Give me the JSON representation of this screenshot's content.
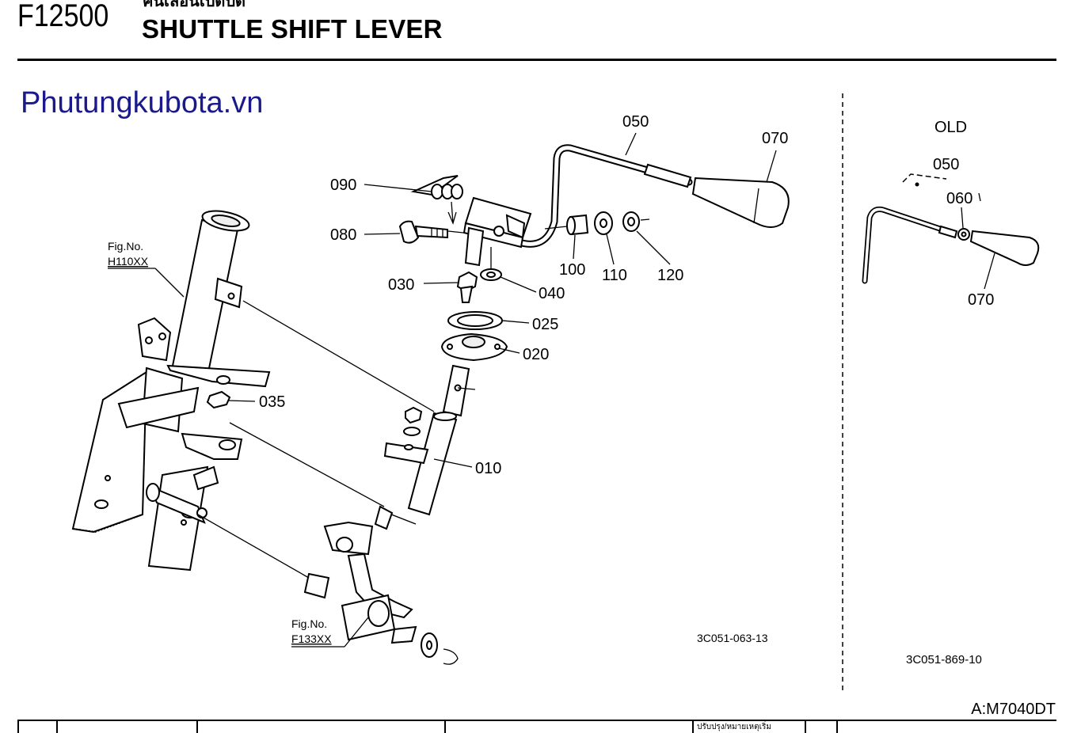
{
  "header": {
    "code": "F12500",
    "title_thai": "คันเลื่อนเปิดปิด",
    "title": "SHUTTLE SHIFT LEVER"
  },
  "watermark": "Phutungkubota.vn",
  "main_diagram": {
    "part_labels": [
      "050",
      "070",
      "090",
      "080",
      "100",
      "110",
      "120",
      "030",
      "040",
      "025",
      "020",
      "035",
      "010"
    ],
    "ref_top": {
      "prefix": "Fig.No.",
      "code": "H110XX"
    },
    "ref_bottom": {
      "prefix": "Fig.No.",
      "code": "F133XX"
    },
    "diagram_id": "3C051-063-13"
  },
  "old_diagram": {
    "heading": "OLD",
    "part_labels": [
      "050",
      "060",
      "070"
    ],
    "diagram_id": "3C051-869-10"
  },
  "footer": {
    "model": "A:M7040DT",
    "cell_note": "ปรับปรุง/หมายเหตุเริ่ม"
  }
}
